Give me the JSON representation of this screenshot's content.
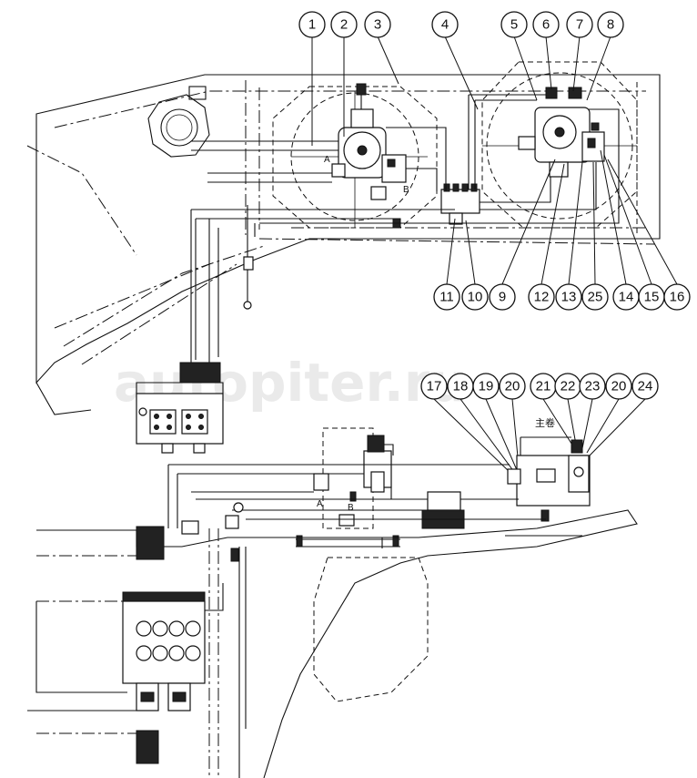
{
  "callouts_top": [
    "1",
    "2",
    "3",
    "4",
    "5",
    "6",
    "7",
    "8"
  ],
  "callouts_mid": [
    "11",
    "10",
    "9",
    "12",
    "13",
    "25",
    "14",
    "15",
    "16"
  ],
  "callouts_bottom": [
    "17",
    "18",
    "19",
    "20",
    "21",
    "22",
    "23",
    "20",
    "24"
  ],
  "port_labels": {
    "a": "A",
    "b": "B",
    "a_lower": "A",
    "b_lower": "B"
  },
  "chinese_label": "主卷",
  "watermark": "autopiter.ru"
}
